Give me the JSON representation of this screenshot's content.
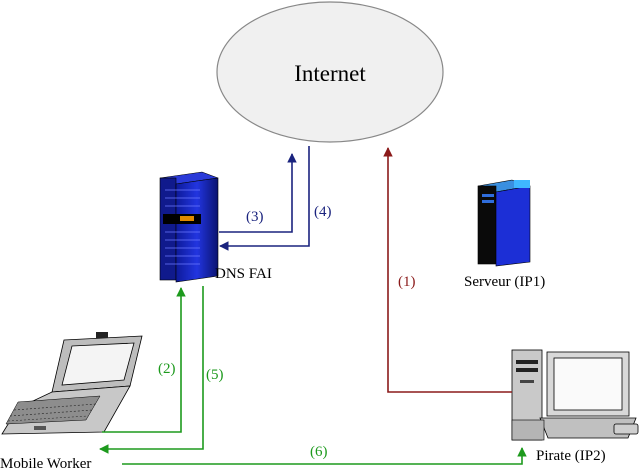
{
  "nodes": {
    "internet": {
      "label": "Internet"
    },
    "dns": {
      "label": "DNS FAI"
    },
    "server": {
      "label": "Serveur (IP1)"
    },
    "mobile": {
      "label": "Mobile Worker"
    },
    "pirate": {
      "label": "Pirate (IP2)"
    }
  },
  "steps": {
    "s1": "(1)",
    "s2": "(2)",
    "s3": "(3)",
    "s4": "(4)",
    "s5": "(5)",
    "s6": "(6)"
  },
  "colors": {
    "step1": "#8b1a1a",
    "step34": "#1a237e",
    "step256": "#1d9a1d",
    "server_blue": "#1c2fd6"
  }
}
